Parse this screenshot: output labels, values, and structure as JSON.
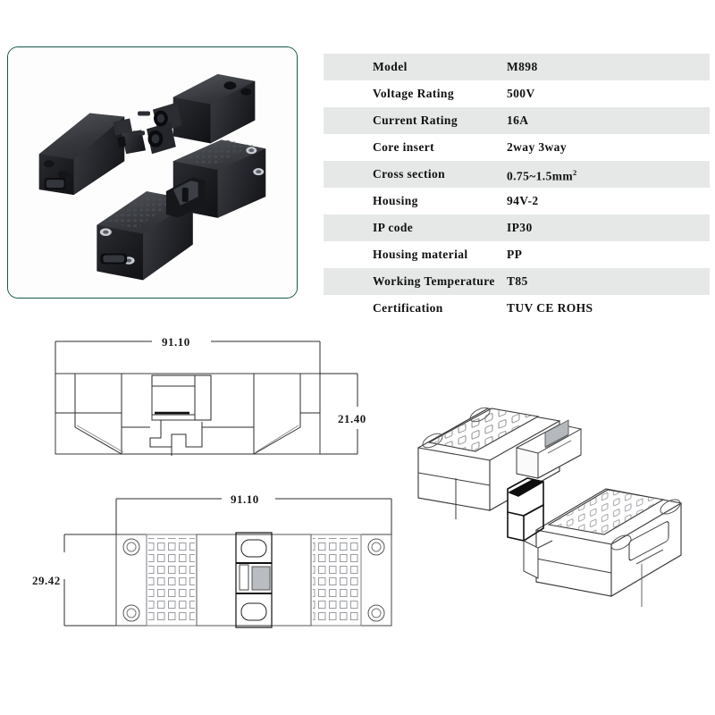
{
  "photo_panel": {
    "border_color": "#15564c",
    "background": "#fdfdfd",
    "alt_text": "Three black plastic cable connector bodies on white background",
    "items": [
      {
        "name": "male-plug-left",
        "body_color": "#2b2d31"
      },
      {
        "name": "female-socket-top",
        "body_color": "#26282c"
      },
      {
        "name": "mated-pair-bottom",
        "body_color": "#2e3035"
      }
    ]
  },
  "spec_table": {
    "band_color": "#e6e8e8",
    "rows": [
      {
        "label": "Model",
        "value": "M898"
      },
      {
        "label": "Voltage Rating",
        "value": "500V"
      },
      {
        "label": "Current Rating",
        "value": "16A"
      },
      {
        "label": "Core insert",
        "value": "2way  3way"
      },
      {
        "label": "Cross section",
        "value": "0.75~1.5mm",
        "sup": "2"
      },
      {
        "label": "Housing",
        "value": "94V-2"
      },
      {
        "label": "IP code",
        "value": "IP30"
      },
      {
        "label": "Housing material",
        "value": "PP"
      },
      {
        "label": "Working Temperature",
        "value": "T85"
      },
      {
        "label": "Certification",
        "value": "TUV CE ROHS"
      }
    ]
  },
  "drawings": {
    "side_view": {
      "name": "side-elevation",
      "length_label": "91.10",
      "height_label": "21.40"
    },
    "plan_view": {
      "name": "bottom-plan",
      "length_label": "91.10",
      "width_label": "29.42"
    },
    "iso_view": {
      "name": "isometric-assembly",
      "description": "Two mated connector halves shown in isometric projection"
    }
  }
}
